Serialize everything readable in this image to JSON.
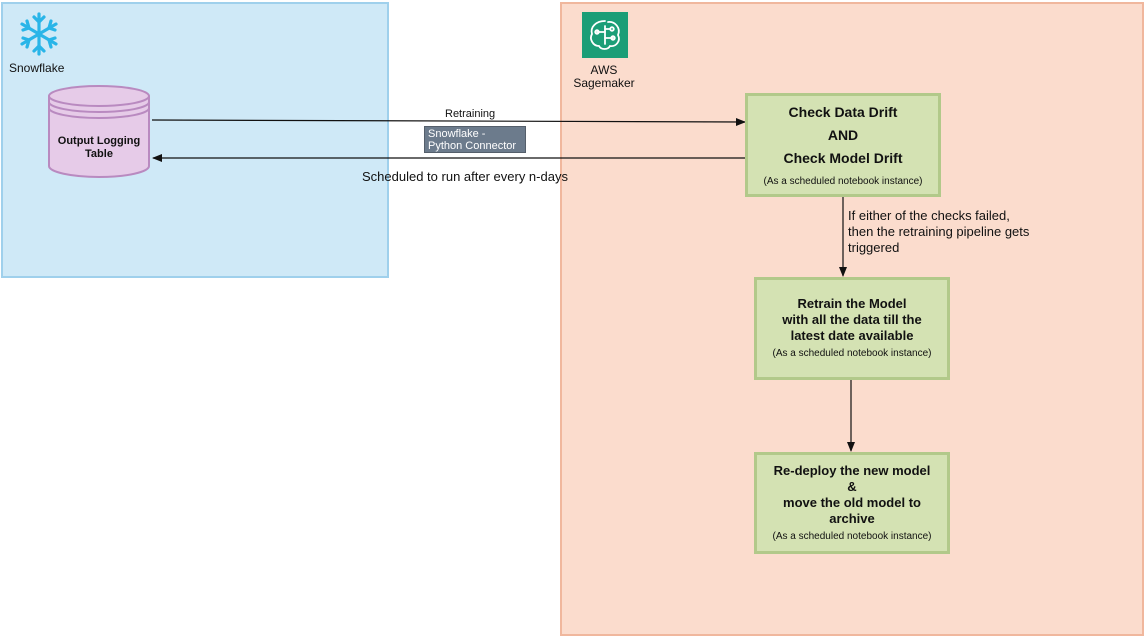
{
  "snowflake": {
    "label": "Snowflake",
    "icon": "snowflake-icon",
    "table": {
      "line1": "Output Logging",
      "line2": "Table"
    }
  },
  "sagemaker": {
    "label_line1": "AWS",
    "label_line2": "Sagemaker",
    "icon": "sagemaker-icon"
  },
  "edges": {
    "retraining": "Retraining",
    "connector_line1": "Snowflake -",
    "connector_line2": "Python Connector",
    "scheduled": "Scheduled to run after every n-days",
    "trigger_line1": "If either of the checks failed,",
    "trigger_line2": "then the retraining pipeline gets",
    "trigger_line3": "triggered"
  },
  "boxes": {
    "drift": {
      "line1": "Check Data Drift",
      "line2": "AND",
      "line3": "Check Model Drift",
      "note": "(As a scheduled notebook instance)"
    },
    "retrain": {
      "line1": "Retrain the Model",
      "line2": "with all the data till the",
      "line3": "latest date available",
      "note": "(As a scheduled notebook instance)"
    },
    "deploy": {
      "line1": "Re-deploy the new model",
      "line2": "&",
      "line3": "move the old model to",
      "line4": "archive",
      "note": "(As a scheduled notebook instance)"
    }
  },
  "colors": {
    "snowflake_panel": "#cfe9f7",
    "sagemaker_panel": "#fbdccd",
    "process_box": "#d4e2b3",
    "database": "#e6cbe8",
    "snowflake_blue": "#29b5e8",
    "sagemaker_green": "#1b9e77"
  }
}
